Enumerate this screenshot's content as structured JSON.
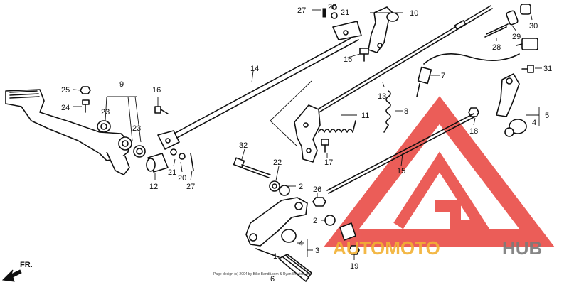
{
  "diagram": {
    "callouts": [
      {
        "id": "c1",
        "text": "27"
      },
      {
        "id": "c2",
        "text": "20"
      },
      {
        "id": "c3",
        "text": "21"
      },
      {
        "id": "c4",
        "text": "10"
      },
      {
        "id": "c5",
        "text": "16"
      },
      {
        "id": "c6",
        "text": "14"
      },
      {
        "id": "c7",
        "text": "30"
      },
      {
        "id": "c8",
        "text": "29"
      },
      {
        "id": "c9",
        "text": "28"
      },
      {
        "id": "c10",
        "text": "7"
      },
      {
        "id": "c11",
        "text": "31"
      },
      {
        "id": "c12",
        "text": "9"
      },
      {
        "id": "c13",
        "text": "25"
      },
      {
        "id": "c14",
        "text": "24"
      },
      {
        "id": "c15",
        "text": "23"
      },
      {
        "id": "c16",
        "text": "23"
      },
      {
        "id": "c17",
        "text": "16"
      },
      {
        "id": "c18",
        "text": "13"
      },
      {
        "id": "c19",
        "text": "8"
      },
      {
        "id": "c20",
        "text": "11"
      },
      {
        "id": "c21",
        "text": "5"
      },
      {
        "id": "c22",
        "text": "4"
      },
      {
        "id": "c23",
        "text": "18"
      },
      {
        "id": "c24",
        "text": "32"
      },
      {
        "id": "c25",
        "text": "22"
      },
      {
        "id": "c26",
        "text": "17"
      },
      {
        "id": "c27",
        "text": "15"
      },
      {
        "id": "c28",
        "text": "12"
      },
      {
        "id": "c29",
        "text": "21"
      },
      {
        "id": "c30",
        "text": "20"
      },
      {
        "id": "c31",
        "text": "27"
      },
      {
        "id": "c32",
        "text": "2"
      },
      {
        "id": "c33",
        "text": "26"
      },
      {
        "id": "c34",
        "text": "2"
      },
      {
        "id": "c35",
        "text": "4"
      },
      {
        "id": "c36",
        "text": "3"
      },
      {
        "id": "c37",
        "text": "1"
      },
      {
        "id": "c38",
        "text": "6"
      },
      {
        "id": "c39",
        "text": "19"
      }
    ],
    "direction_label": "FR.",
    "copyright": "Page design (c) 2004 by Bike Bandit.com & Ryan Service, Inc.",
    "colors": {
      "line": "#111111",
      "watermark": "#e8413c",
      "watermark_gold": "#f2b134",
      "watermark_gray": "#7a7a7a"
    }
  },
  "watermark": {
    "brand_part1": "AUTOMOTO",
    "brand_part2": "HUB"
  }
}
